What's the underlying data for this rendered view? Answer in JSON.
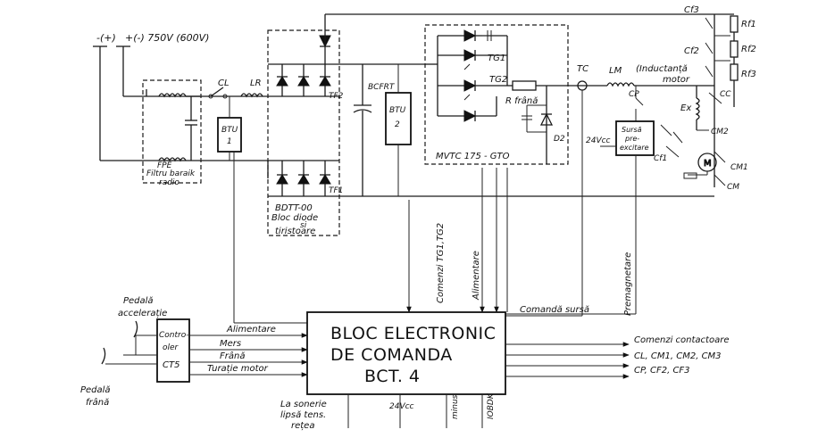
{
  "labels": {
    "supply_minus": "-(+)",
    "supply_plus": "+(-) 750V (600V)",
    "cl": "CL",
    "lr": "LR",
    "filter_l1": "FPE",
    "filter_l2": "Filtru baraik",
    "filter_l3": "radio",
    "btu1_l1": "BTU",
    "btu1_l2": "1",
    "tf2": "TF2",
    "tf1": "TF1",
    "bcfrt": "BCFRT",
    "btu2_l1": "BTU",
    "btu2_l2": "2",
    "bdtt_l1": "BDTT-00",
    "bdtt_l2": "Bloc diode",
    "bdtt_l3": "si",
    "bdtt_l4": "tiristoare",
    "tg1": "TG1",
    "tg2": "TG2",
    "r_frana": "R frână",
    "d2": "D2",
    "mvtc": "MVTC 175 - GTO",
    "tc": "TC",
    "lm": "LM",
    "inductanta_l1": "(Inductanță",
    "inductanta_l2": "motor",
    "cp": "CP",
    "ex": "Ex",
    "cc": "CC",
    "sursa_l1": "Sursă",
    "sursa_l2": "pre-",
    "sursa_l3": "excitare",
    "vcc24_top": "24Vcc",
    "cf1": "Cf1",
    "cf2": "Cf2",
    "cf3": "Cf3",
    "rf1": "Rf1",
    "rf2": "Rf2",
    "rf3": "Rf3",
    "cm2": "CM2",
    "cm1": "CM1",
    "cm_small": "CM",
    "motor": "M",
    "comenzi_tg": "Comenzi TG1,TG2",
    "alimentare_v": "Alimentare",
    "premagnetare": "Premagnetare",
    "bloc_l1": "BLOC ELECTRONIC",
    "bloc_l2": "DE COMANDA",
    "bloc_l3": "BCT. 4",
    "comanda_sursa": "Comandă sursă",
    "comenzi_contactoare": "Comenzi contactoare",
    "out_row1": "CL, CM1, CM2, CM3",
    "out_row2": "CP, CF2, CF3",
    "alimentare_h": "Alimentare",
    "mers": "Mers",
    "frana": "Frână",
    "turatie": "Turație motor",
    "ctrl_l1": "Contro-",
    "ctrl_l2": "oler",
    "ctrl_l3": "CT5",
    "pedala_acc_l1": "Pedală",
    "pedala_acc_l2": "accelerație",
    "pedala_fr_l1": "Pedală",
    "pedala_fr_l2": "frână",
    "sonerie_l1": "La sonerie",
    "sonerie_l2": "lipsă tens.",
    "sonerie_l3": "rețea",
    "vcc24_bottom": "24Vcc",
    "minus": "minus",
    "iobdk": "IOBDK"
  }
}
